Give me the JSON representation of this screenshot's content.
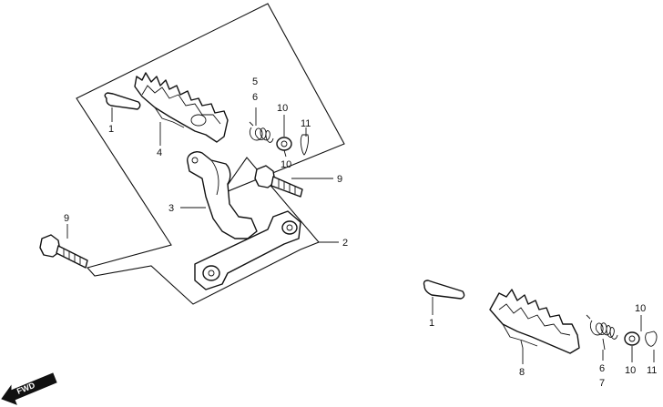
{
  "labels": {
    "p1a": "1",
    "p4": "4",
    "p5": "5",
    "p6a": "6",
    "p10a": "10",
    "p10b": "10",
    "p11a": "11",
    "p9a": "9",
    "p3": "3",
    "p2": "2",
    "p9b": "9",
    "p1b": "1",
    "p8": "8",
    "p6b": "6",
    "p7": "7",
    "p10c": "10",
    "p10d": "10",
    "p11b": "11"
  },
  "fwd": "FWD"
}
